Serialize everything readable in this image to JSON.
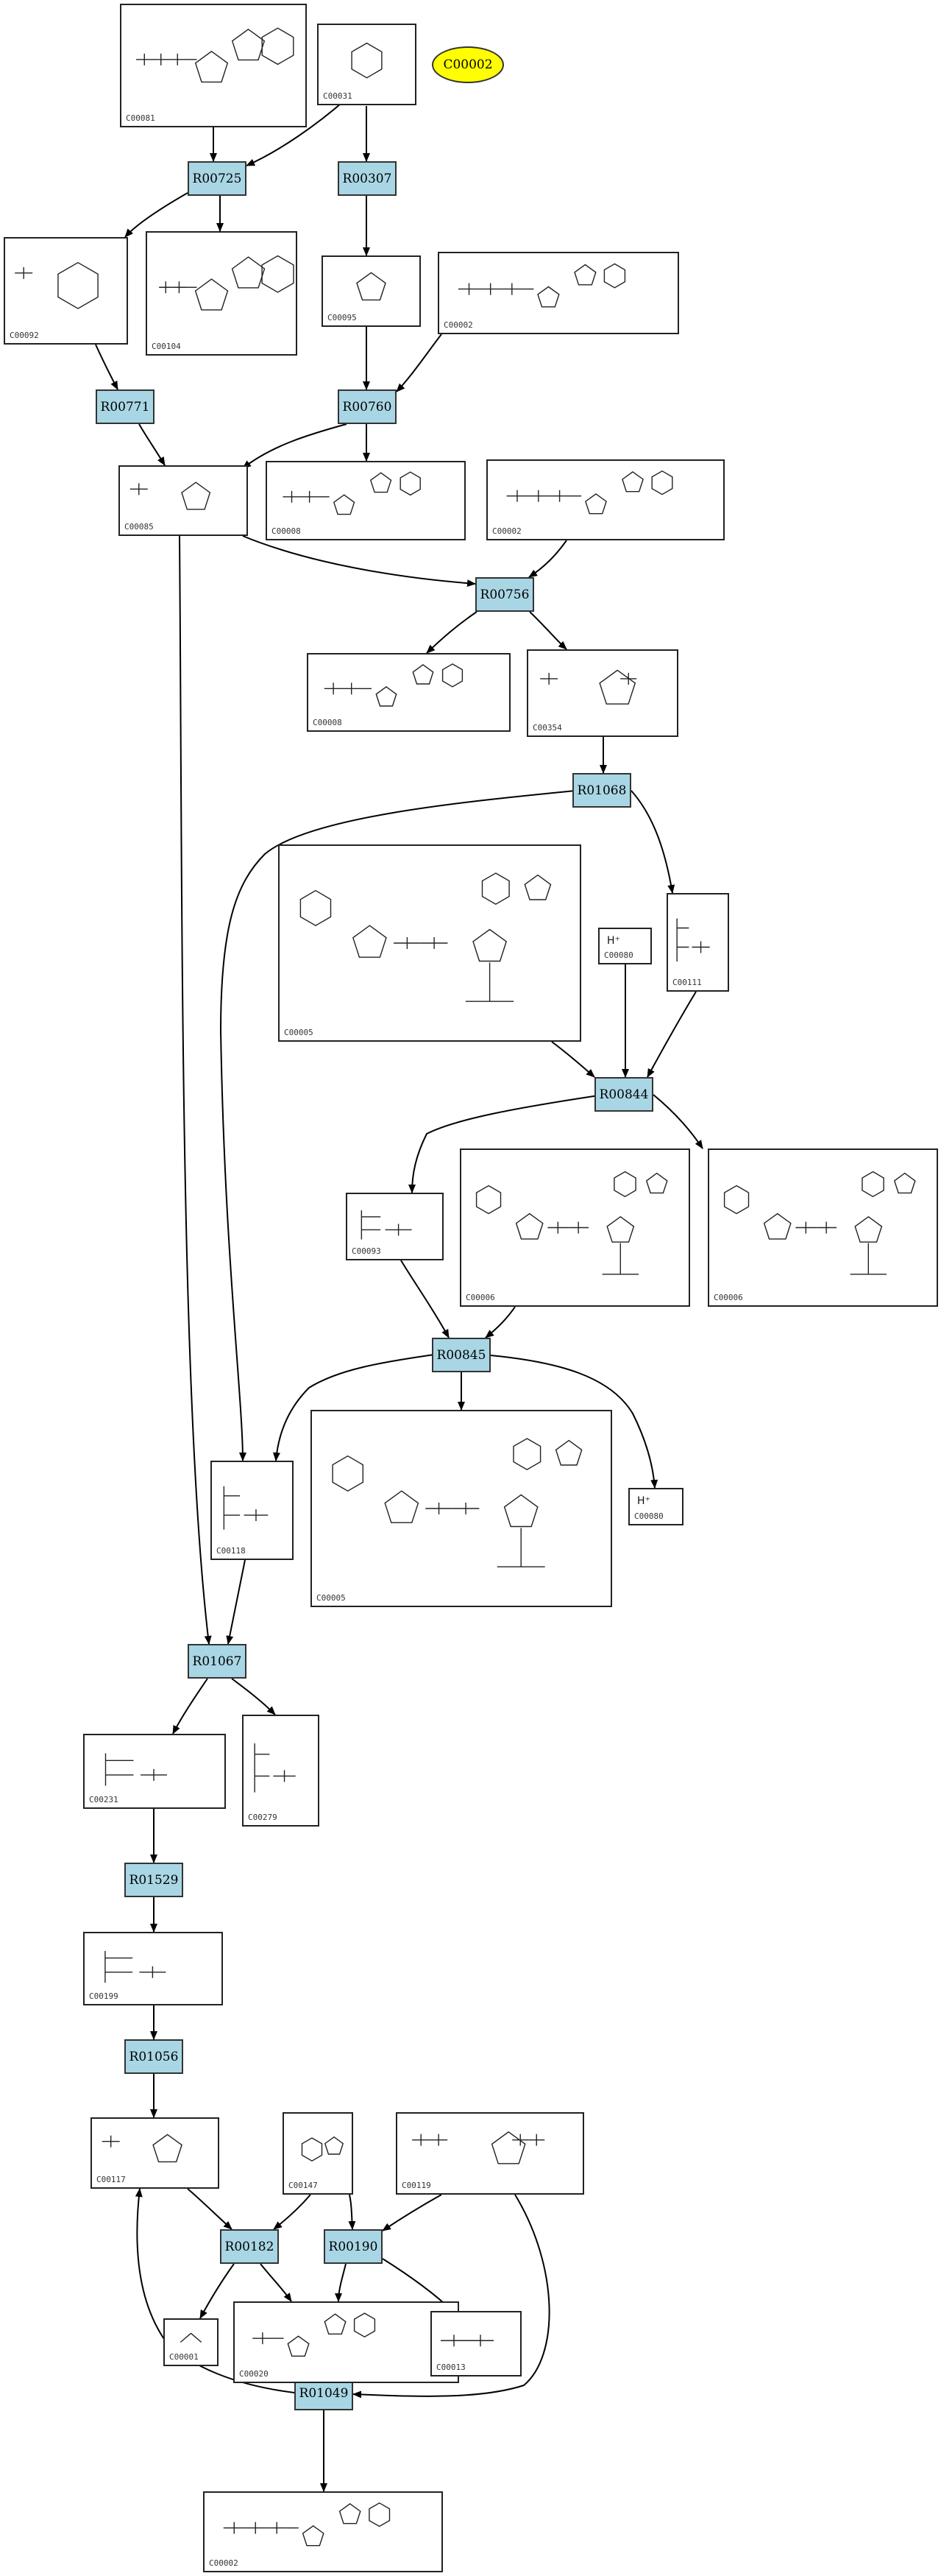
{
  "highlight": {
    "label": "C00002",
    "color": "#ffff00"
  },
  "reaction_color": "#a9d6e5",
  "reactions": [
    {
      "key": "R00725",
      "label": "R00725"
    },
    {
      "key": "R00307",
      "label": "R00307"
    },
    {
      "key": "R00771",
      "label": "R00771"
    },
    {
      "key": "R00760",
      "label": "R00760"
    },
    {
      "key": "R00756",
      "label": "R00756"
    },
    {
      "key": "R01068",
      "label": "R01068"
    },
    {
      "key": "R00844",
      "label": "R00844"
    },
    {
      "key": "R00845",
      "label": "R00845"
    },
    {
      "key": "R01067",
      "label": "R01067"
    },
    {
      "key": "R01529",
      "label": "R01529"
    },
    {
      "key": "R01056",
      "label": "R01056"
    },
    {
      "key": "R00182",
      "label": "R00182"
    },
    {
      "key": "R00190",
      "label": "R00190"
    },
    {
      "key": "R01049",
      "label": "R01049"
    }
  ],
  "compounds": [
    {
      "key": "c00081",
      "id": "C00081",
      "structure": "nucleoside-triphosphate"
    },
    {
      "key": "c00031",
      "id": "C00031",
      "structure": "pyranose-sugar"
    },
    {
      "key": "c00092",
      "id": "C00092",
      "structure": "pyranose-phosphate"
    },
    {
      "key": "c00104",
      "id": "C00104",
      "structure": "nucleoside-diphosphate"
    },
    {
      "key": "c00095",
      "id": "C00095",
      "structure": "furanose-sugar"
    },
    {
      "key": "c00002a",
      "id": "C00002",
      "structure": "nucleoside-triphosphate"
    },
    {
      "key": "c00085",
      "id": "C00085",
      "structure": "furanose-phosphate"
    },
    {
      "key": "c00008a",
      "id": "C00008",
      "structure": "nucleoside-diphosphate"
    },
    {
      "key": "c00002b",
      "id": "C00002",
      "structure": "nucleoside-triphosphate"
    },
    {
      "key": "c00008b",
      "id": "C00008",
      "structure": "nucleoside-diphosphate"
    },
    {
      "key": "c00354",
      "id": "C00354",
      "structure": "furanose-bisphosphate"
    },
    {
      "key": "c00005a",
      "id": "C00005",
      "structure": "dinucleotide-phosphate"
    },
    {
      "key": "c00080a",
      "id": "C00080",
      "structure": "proton",
      "text": "H⁺"
    },
    {
      "key": "c00111",
      "id": "C00111",
      "structure": "triose-phosphate"
    },
    {
      "key": "c00093",
      "id": "C00093",
      "structure": "glycerol-phosphate"
    },
    {
      "key": "c00006a",
      "id": "C00006",
      "structure": "dinucleotide-phosphate"
    },
    {
      "key": "c00006b",
      "id": "C00006",
      "structure": "dinucleotide-phosphate"
    },
    {
      "key": "c00118",
      "id": "C00118",
      "structure": "triose-phosphate"
    },
    {
      "key": "c00005b",
      "id": "C00005",
      "structure": "dinucleotide-phosphate"
    },
    {
      "key": "c00080b",
      "id": "C00080",
      "structure": "proton",
      "text": "H⁺"
    },
    {
      "key": "c00231",
      "id": "C00231",
      "structure": "pentulose-phosphate"
    },
    {
      "key": "c00279",
      "id": "C00279",
      "structure": "tetrose-phosphate"
    },
    {
      "key": "c00199",
      "id": "C00199",
      "structure": "pentulose-phosphate"
    },
    {
      "key": "c00117",
      "id": "C00117",
      "structure": "furanose-phosphate"
    },
    {
      "key": "c00147",
      "id": "C00147",
      "structure": "purine-base"
    },
    {
      "key": "c00119",
      "id": "C00119",
      "structure": "furanose-pyrophosphate"
    },
    {
      "key": "c00001",
      "id": "C00001",
      "structure": "water"
    },
    {
      "key": "c00020",
      "id": "C00020",
      "structure": "nucleoside-monophosphate"
    },
    {
      "key": "c00013",
      "id": "C00013",
      "structure": "pyrophosphate"
    },
    {
      "key": "c00002c",
      "id": "C00002",
      "structure": "nucleoside-triphosphate"
    }
  ]
}
